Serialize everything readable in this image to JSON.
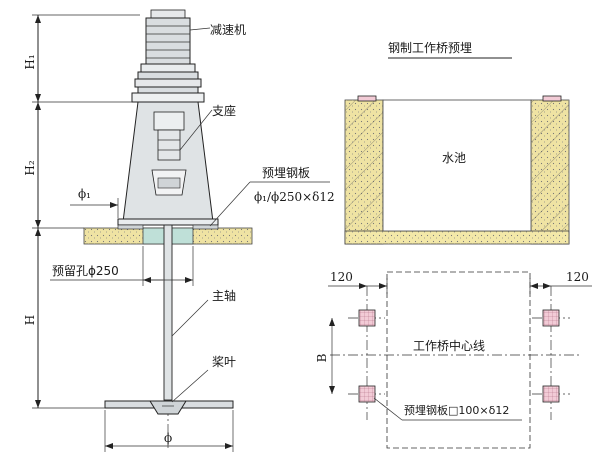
{
  "agitator": {
    "labels": {
      "reducer": "减速机",
      "support": "支座",
      "embedded_plate": "预埋钢板",
      "plate_spec": "ϕ₁/ϕ250×δ12",
      "reserved_hole": "预留孔ϕ250",
      "main_shaft": "主轴",
      "blade": "桨叶"
    },
    "dims": {
      "h1": "H₁",
      "h2": "H₂",
      "h": "H",
      "phi1": "ϕ₁",
      "phi": "ϕ"
    }
  },
  "bridge_embed": {
    "title": "钢制工作桥预埋",
    "pool": "水池"
  },
  "plan": {
    "offset_left": "120",
    "offset_right": "120",
    "dim_b": "B",
    "center_line": "工作桥中心线",
    "plate_spec": "预埋钢板□100×δ12"
  },
  "colors": {
    "fill_tan": "#efe3a3",
    "fill_concrete": "#f3e8a8",
    "fill_gray": "#d9dde0",
    "fill_teal": "#bfe0d8",
    "fill_pink": "#f2cbd6"
  }
}
